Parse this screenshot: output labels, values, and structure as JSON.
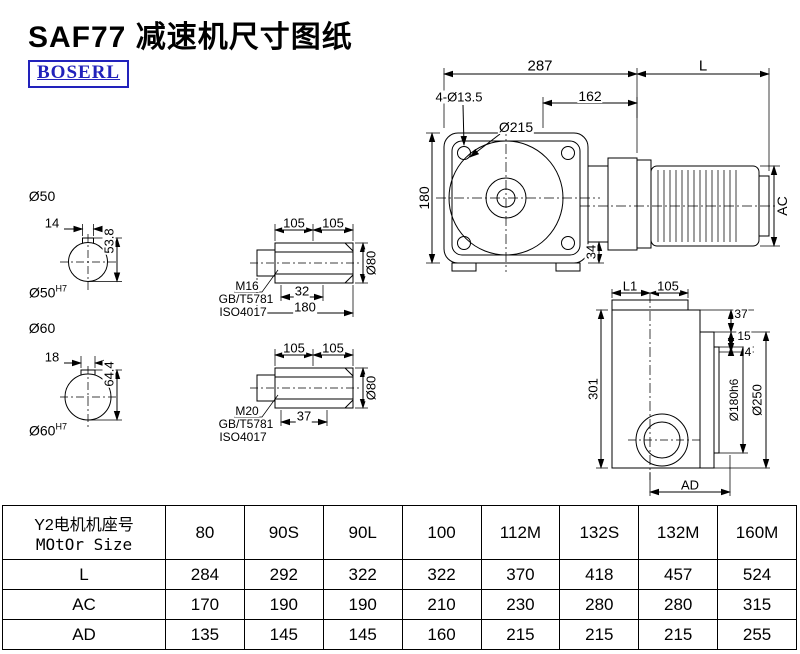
{
  "title": "SAF77 减速机尺寸图纸",
  "logo": "BOSERL",
  "drawing": {
    "front": {
      "dim_287": "287",
      "dim_L": "L",
      "dim_bolt": "4-Ø13.5",
      "dim_162": "162",
      "dim_d215": "Ø215",
      "dim_180": "180",
      "dim_34": "34",
      "dim_AC": "AC"
    },
    "shaft_small": {
      "label_d50": "Ø50",
      "dim_14": "14",
      "dim_53_8": "53.8",
      "label_d50h7_base": "Ø50",
      "label_d50h7_sup": "H7"
    },
    "shaft_large": {
      "label_d60": "Ø60",
      "dim_18": "18",
      "dim_64_4": "64.4",
      "label_d60h7_base": "Ø60",
      "label_d60h7_sup": "H7"
    },
    "hollow_small": {
      "dim_105_left": "105",
      "dim_105_right": "105",
      "thread": "M16",
      "standard1": "GB/T5781",
      "standard2": "ISO4017",
      "dim_32": "32",
      "dim_180": "180",
      "dim_d80": "Ø80"
    },
    "hollow_large": {
      "dim_105_left": "105",
      "dim_105_right": "105",
      "thread": "M20",
      "standard1": "GB/T5781",
      "standard2": "ISO4017",
      "dim_37": "37",
      "dim_d80": "Ø80"
    },
    "side": {
      "dim_L1": "L1",
      "dim_105": "105",
      "dim_37": "37",
      "dim_15": "15",
      "dim_4": "4",
      "dim_301": "301",
      "dim_d180h6": "Ø180h6",
      "dim_d250": "Ø250",
      "dim_AD": "AD"
    }
  },
  "table": {
    "header_line1": "Y2电机机座号",
    "header_line2": "MOtOr Size",
    "columns": [
      "80",
      "90S",
      "90L",
      "100",
      "112M",
      "132S",
      "132M",
      "160M"
    ],
    "rows": [
      {
        "label": "L",
        "values": [
          "284",
          "292",
          "322",
          "322",
          "370",
          "418",
          "457",
          "524"
        ]
      },
      {
        "label": "AC",
        "values": [
          "170",
          "190",
          "190",
          "210",
          "230",
          "280",
          "280",
          "315"
        ]
      },
      {
        "label": "AD",
        "values": [
          "135",
          "145",
          "145",
          "160",
          "215",
          "215",
          "215",
          "255"
        ]
      }
    ]
  }
}
